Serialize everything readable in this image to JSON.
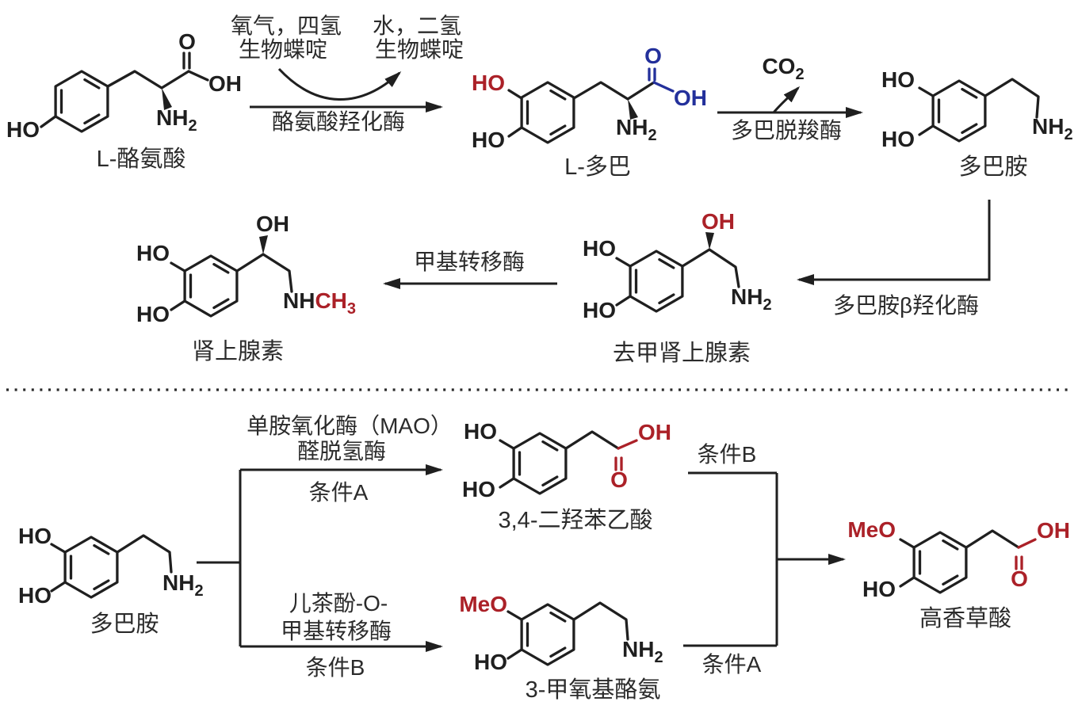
{
  "colors": {
    "red": "#ab2128",
    "blue": "#23309b",
    "ink": "#1f1f1f"
  },
  "atoms": {
    "ho": "HO",
    "oh": "OH",
    "o": "O",
    "nh": "NH",
    "sub_2": "2",
    "meo": "MeO",
    "co": "CO",
    "ch": "CH",
    "sub_3": "3"
  },
  "molecules": {
    "l_tyrosine": {
      "name": "L-酪氨酸"
    },
    "l_dopa": {
      "name": "L-多巴"
    },
    "dopamine_top": {
      "name": "多巴胺"
    },
    "norepinephrine": {
      "name": "去甲肾上腺素"
    },
    "epinephrine": {
      "name": "肾上腺素"
    },
    "dopamine_bottom": {
      "name": "多巴胺"
    },
    "dopac": {
      "name": "3,4-二羟苯乙酸"
    },
    "methoxytyramine": {
      "name": "3-甲氧基酪氨"
    },
    "homovanillic_acid": {
      "name": "高香草酸"
    }
  },
  "reactions": {
    "hydroxylation": {
      "reagent_in_line1": "氧气，四氢",
      "reagent_in_line2": "生物蝶啶",
      "reagent_out_line1": "水，二氢",
      "reagent_out_line2": "生物蝶啶",
      "enzyme": "酪氨酸羟化酶"
    },
    "decarboxylation": {
      "enzyme": "多巴脱羧酶"
    },
    "beta_hydroxylation": {
      "enzyme": "多巴胺β羟化酶"
    },
    "methylation": {
      "enzyme": "甲基转移酶"
    },
    "mao_path": {
      "enzyme_line1": "单胺氧化酶（MAO）",
      "enzyme_line2": "醛脱氢酶",
      "condition": "条件A"
    },
    "comt_path": {
      "enzyme_line1": "儿茶酚-O-",
      "enzyme_line2": "甲基转移酶",
      "condition": "条件B"
    },
    "dopac_to_hva": {
      "condition": "条件B"
    },
    "mt_to_hva": {
      "condition": "条件A"
    }
  }
}
